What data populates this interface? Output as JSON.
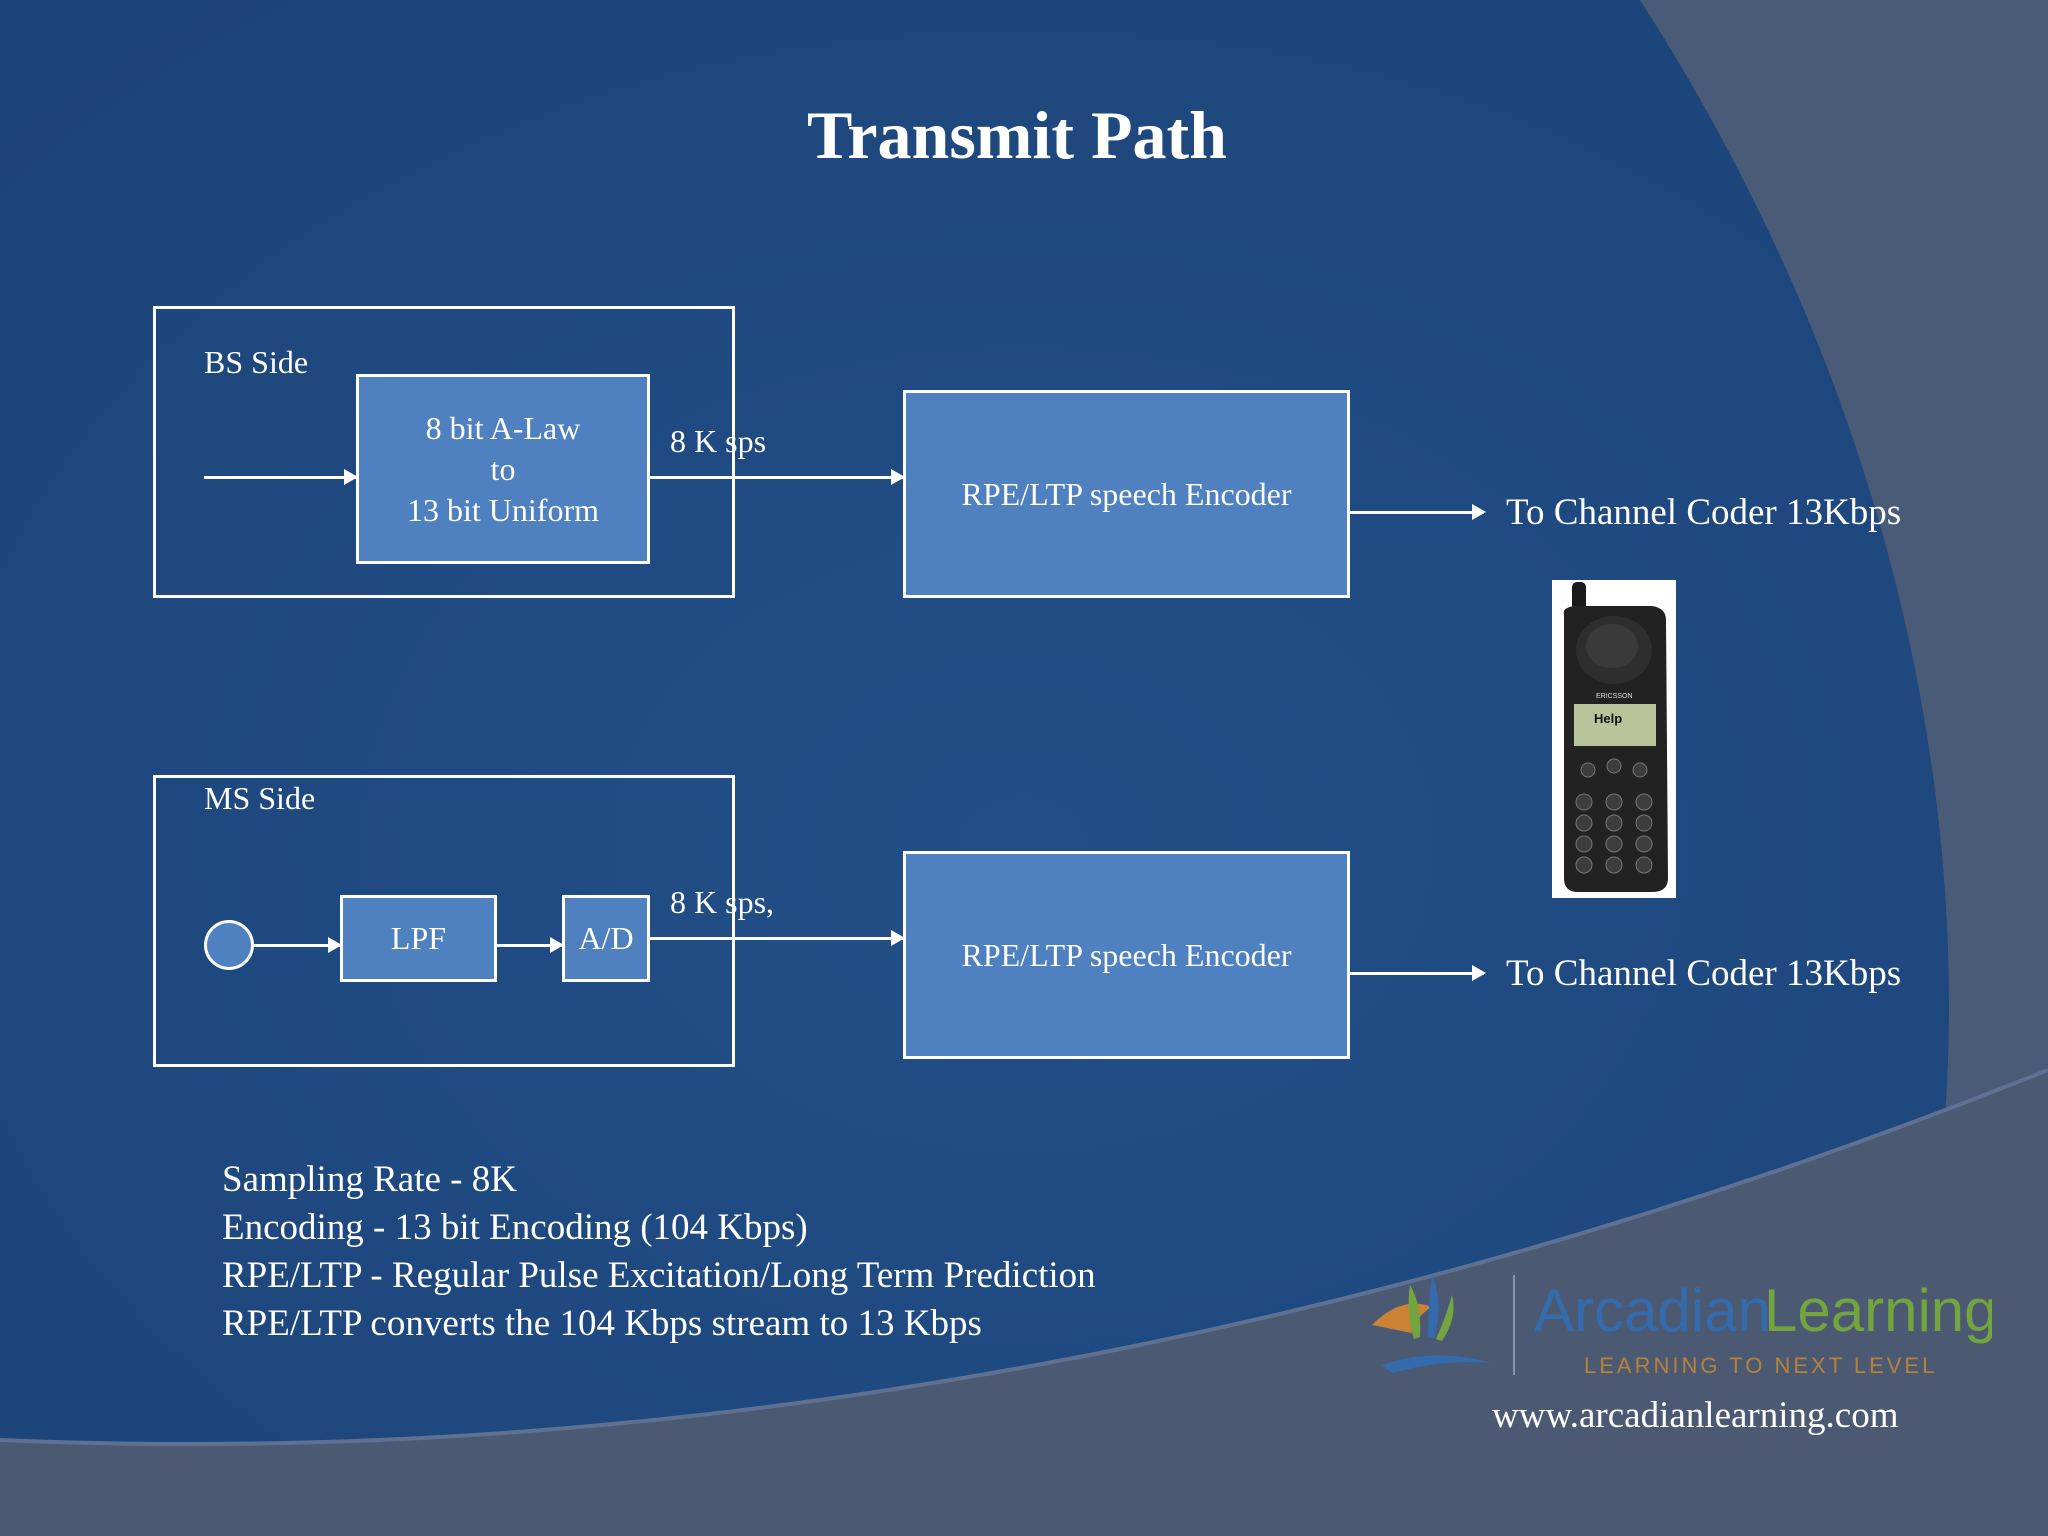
{
  "title": "Transmit Path",
  "bs": {
    "side_label": "BS Side",
    "converter_lines": [
      "8 bit A-Law",
      "to",
      "13 bit Uniform"
    ],
    "rate_label": "8 K sps",
    "encoder": "RPE/LTP speech Encoder",
    "output": "To Channel Coder 13Kbps"
  },
  "ms": {
    "side_label": "MS Side",
    "lpf": "LPF",
    "ad": "A/D",
    "rate_label": "8 K sps,",
    "encoder": "RPE/LTP speech Encoder",
    "output": "To Channel Coder 13Kbps"
  },
  "notes": [
    "Sampling Rate - 8K",
    "Encoding - 13 bit Encoding (104 Kbps)",
    "RPE/LTP - Regular Pulse Excitation/Long Term Prediction",
    "RPE/LTP converts the 104 Kbps stream to 13 Kbps"
  ],
  "phone": {
    "brand": "ERICSSON",
    "screen_text": "Help"
  },
  "logo": {
    "brand_part1": "Arcadian",
    "brand_part2": "Learning",
    "tagline": "LEARNING TO NEXT LEVEL"
  },
  "website": "www.arcadianlearning.com",
  "colors": {
    "background": "#1f4a82",
    "block_fill": "#4f80bf",
    "swoosh": "#4a5d7a",
    "logo_blue": "#2f6fb8",
    "logo_green": "#7bb236"
  }
}
